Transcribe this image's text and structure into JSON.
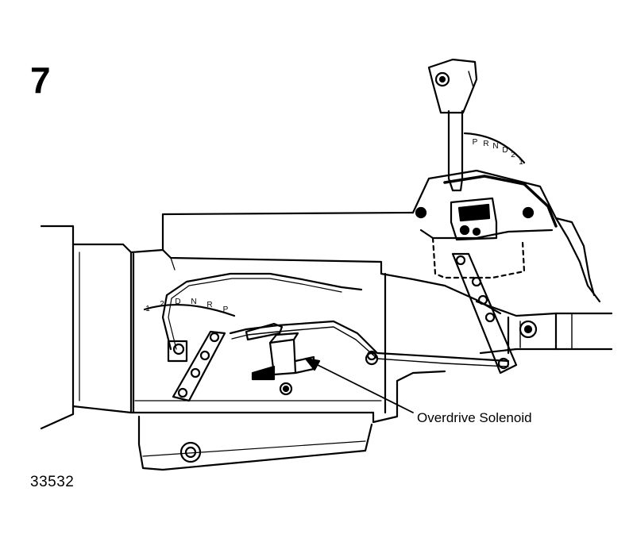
{
  "figure_number": "7",
  "reference_number": "33532",
  "callout": {
    "label": "Overdrive Solenoid"
  },
  "column_dial": {
    "letters": [
      "P",
      "R",
      "N",
      "D",
      "2",
      "1"
    ]
  },
  "trans_dial": {
    "letters": [
      "1",
      "2",
      "D",
      "N",
      "R",
      "P"
    ]
  },
  "colors": {
    "ink": "#000000",
    "paper": "#ffffff"
  }
}
